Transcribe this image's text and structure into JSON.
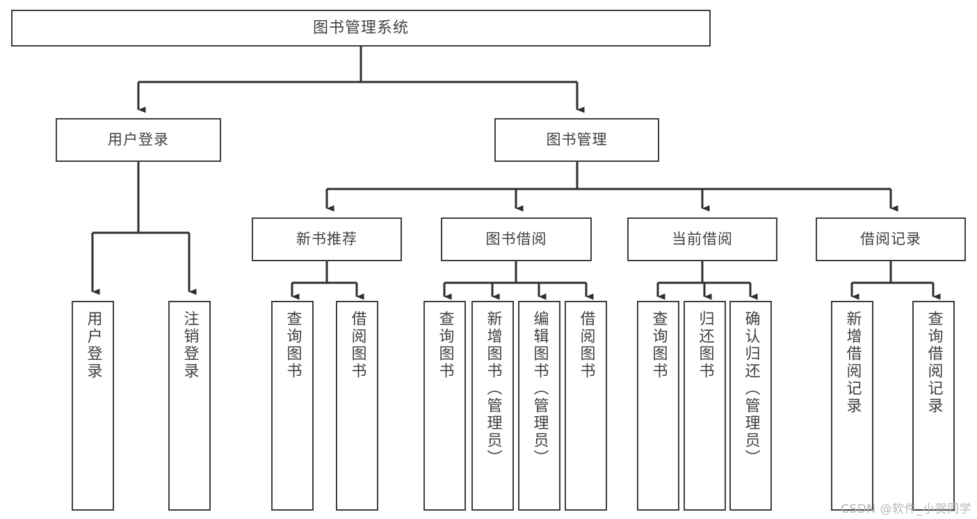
{
  "diagram": {
    "type": "tree",
    "title": "图书管理系统",
    "root": {
      "label": "图书管理系统"
    },
    "level1": [
      {
        "label": "用户登录"
      },
      {
        "label": "图书管理"
      }
    ],
    "level2": [
      {
        "label": "新书推荐",
        "parent": "图书管理"
      },
      {
        "label": "图书借阅",
        "parent": "图书管理"
      },
      {
        "label": "当前借阅",
        "parent": "图书管理"
      },
      {
        "label": "借阅记录",
        "parent": "图书管理"
      }
    ],
    "leaves": {
      "user_login": [
        {
          "label": "用户登录"
        },
        {
          "label": "注销登录"
        }
      ],
      "new_book_recommend": [
        {
          "label": "查询图书"
        },
        {
          "label": "借阅图书"
        }
      ],
      "book_borrow": [
        {
          "label": "查询图书"
        },
        {
          "label": "新增图书（管理员）"
        },
        {
          "label": "编辑图书（管理员）"
        },
        {
          "label": "借阅图书"
        }
      ],
      "current_borrow": [
        {
          "label": "查询图书"
        },
        {
          "label": "归还图书"
        },
        {
          "label": "确认归还（管理员）"
        }
      ],
      "borrow_records": [
        {
          "label": "新增借阅记录"
        },
        {
          "label": "查询借阅记录"
        }
      ]
    }
  },
  "watermark": {
    "text": "CSDN @软件_小贺同学"
  },
  "colors": {
    "box_border": "#3d3d3d",
    "text": "#40403f",
    "line": "#2e2e2e",
    "background": "#ffffff",
    "watermark": "#b6b6b6"
  }
}
